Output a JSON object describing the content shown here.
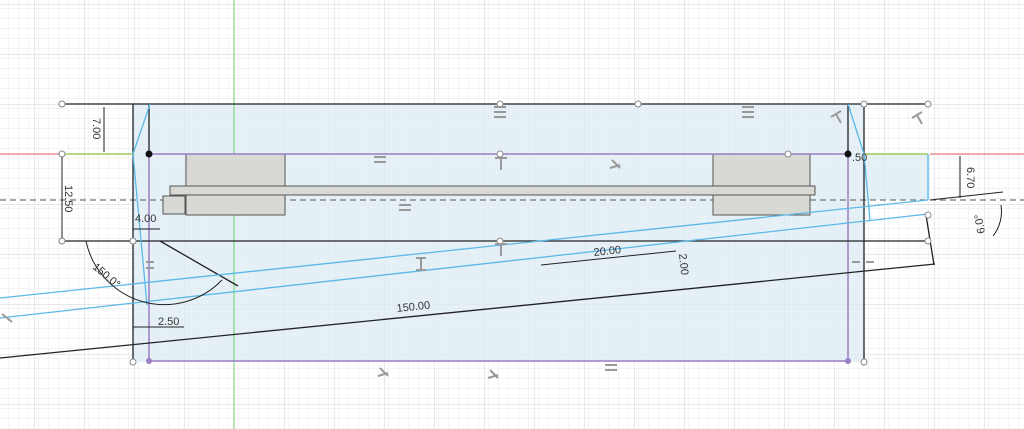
{
  "canvas": {
    "title": "Sketch canvas",
    "colors": {
      "grid_minor": "#e6e6e6",
      "grid_major": "#cfcfcf",
      "profile_fill": "#e3eff5",
      "sketch_line": "#222222",
      "projected_line": "#5bb8e8",
      "construction_purple": "#9a7fc4",
      "axis_x": "#e05a5a",
      "axis_y": "#6ccf6c",
      "fixed_green": "#9ccc5c",
      "body_gray": "#d8d8d4"
    }
  },
  "dimensions": {
    "top_offset": "7.00",
    "left_height": "12.50",
    "left_gap": "4.00",
    "angle_left": "150.0°",
    "bottom_gap": "2.50",
    "length": "150.00",
    "mid_length": "20.00",
    "mid_offset": "2.00",
    "right_gap": ".50",
    "right_height": "6.70",
    "angle_right": "6.0°"
  }
}
